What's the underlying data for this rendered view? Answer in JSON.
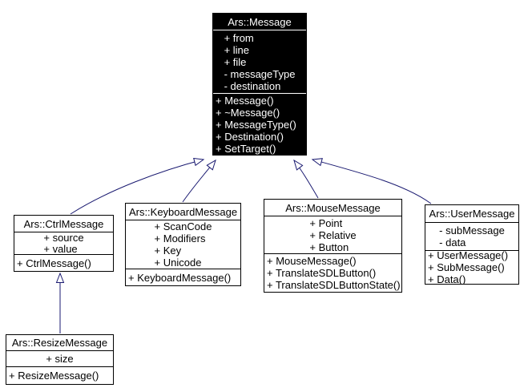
{
  "colors": {
    "arrow": "#191970",
    "box_border": "#000000",
    "root_box_background": "#000000",
    "root_box_text": "#ffffff",
    "page_background": "#ffffff"
  },
  "classes": [
    {
      "name": "Ars::Message",
      "attributes": [
        "+ from",
        "+ line",
        "+ file",
        "- messageType",
        "- destination"
      ],
      "methods": [
        "+ Message()",
        "+ ~Message()",
        "+ MessageType()",
        "+ Destination()",
        "+ SetTarget()"
      ]
    },
    {
      "name": "Ars::CtrlMessage",
      "attributes": [
        "+ source",
        "+ value"
      ],
      "methods": [
        "+ CtrlMessage()"
      ]
    },
    {
      "name": "Ars::KeyboardMessage",
      "attributes": [
        "+ ScanCode",
        "+ Modifiers",
        "+ Key",
        "+ Unicode"
      ],
      "methods": [
        "+ KeyboardMessage()"
      ]
    },
    {
      "name": "Ars::MouseMessage",
      "attributes": [
        "+ Point",
        "+ Relative",
        "+ Button"
      ],
      "methods": [
        "+ MouseMessage()",
        "+ TranslateSDLButton()",
        "+ TranslateSDLButtonState()"
      ]
    },
    {
      "name": "Ars::UserMessage",
      "attributes": [
        "- subMessage",
        "- data"
      ],
      "methods": [
        "+ UserMessage()",
        "+ SubMessage()",
        "+ Data()"
      ]
    },
    {
      "name": "Ars::ResizeMessage",
      "attributes": [
        "+ size"
      ],
      "methods": [
        "+ ResizeMessage()"
      ]
    }
  ],
  "relations": [
    {
      "from": "Ars::CtrlMessage",
      "to": "Ars::Message",
      "type": "generalization"
    },
    {
      "from": "Ars::KeyboardMessage",
      "to": "Ars::Message",
      "type": "generalization"
    },
    {
      "from": "Ars::MouseMessage",
      "to": "Ars::Message",
      "type": "generalization"
    },
    {
      "from": "Ars::UserMessage",
      "to": "Ars::Message",
      "type": "generalization"
    },
    {
      "from": "Ars::ResizeMessage",
      "to": "Ars::CtrlMessage",
      "type": "generalization"
    }
  ]
}
